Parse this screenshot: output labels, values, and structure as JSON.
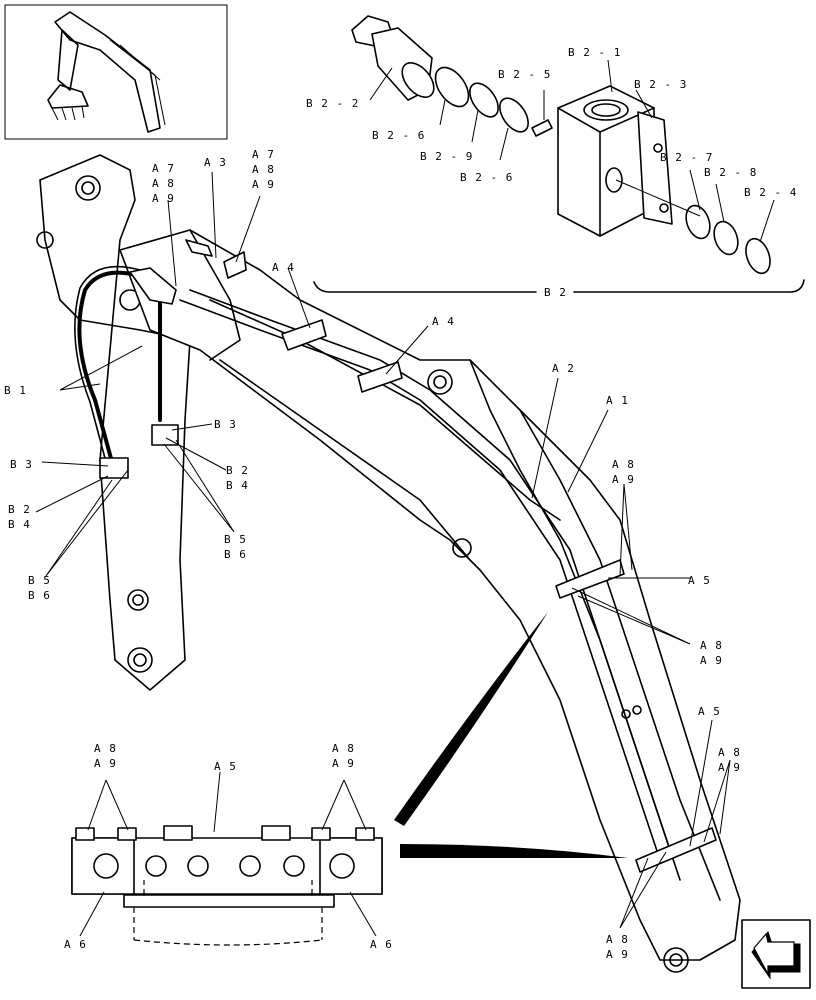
{
  "callouts": {
    "b2_1": "B 2 - 1",
    "b2_2": "B 2 - 2",
    "b2_3": "B 2 - 3",
    "b2_4": "B 2 - 4",
    "b2_5": "B 2 - 5",
    "b2_6a": "B 2 - 6",
    "b2_6b": "B 2 - 6",
    "b2_7": "B 2 - 7",
    "b2_8": "B 2 - 8",
    "b2_9": "B 2 - 9",
    "b2": "B 2",
    "a1": "A 1",
    "a2": "A 2",
    "a3": "A 3",
    "a4a": "A 4",
    "a4b": "A 4",
    "a5a": "A 5",
    "a5b": "A 5",
    "a5c": "A 5",
    "a6a": "A 6",
    "a6b": "A 6",
    "a7a": "A 7",
    "a7b": "A 7",
    "a8_1": "A 8",
    "a9_1": "A 9",
    "a8_2": "A 8",
    "a9_2": "A 9",
    "a8_3": "A 8",
    "a9_3": "A 9",
    "a8_4": "A 8",
    "a9_4": "A 9",
    "a8_5": "A 8",
    "a9_5": "A 9",
    "a8_6": "A 8",
    "a9_6": "A 9",
    "a8_7": "A 8",
    "a9_7": "A 9",
    "a8_8": "A 8",
    "a9_8": "A 9",
    "b1": "B 1",
    "b3a": "B 3",
    "b3b": "B 3",
    "b2a": "B 2",
    "b4a": "B 4",
    "b2b": "B 2",
    "b4b": "B 4",
    "b5a": "B 5",
    "b6a": "B 6",
    "b5b": "B 5",
    "b6b": "B 6"
  },
  "icons": {
    "thumbnail": "excavator-arm-thumbnail-icon",
    "navigation": "next-page-arrow-icon"
  }
}
